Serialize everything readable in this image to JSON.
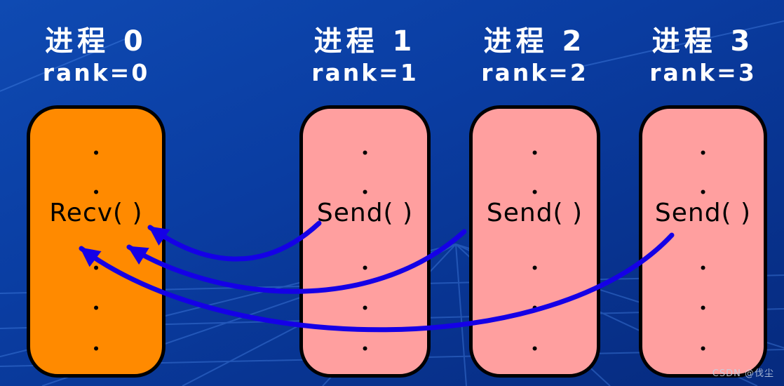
{
  "processes": [
    {
      "title": "进程 0",
      "rank": "rank=0",
      "action": "Recv( )"
    },
    {
      "title": "进程 1",
      "rank": "rank=1",
      "action": "Send( )"
    },
    {
      "title": "进程 2",
      "rank": "rank=2",
      "action": "Send( )"
    },
    {
      "title": "进程 3",
      "rank": "rank=3",
      "action": "Send( )"
    }
  ],
  "glyphs": {
    "dot": "•"
  },
  "watermark": "CSDN @伐尘",
  "colors": {
    "background_top": "#0f4ab2",
    "background_bottom": "#062a7e",
    "recv_box": "#ff8a00",
    "send_box": "#ff9f9f",
    "box_border": "#000000",
    "arrow": "#1500e6",
    "grid_line": "#4a86e8",
    "title_text": "#ffffff",
    "action_text": "#000000"
  }
}
